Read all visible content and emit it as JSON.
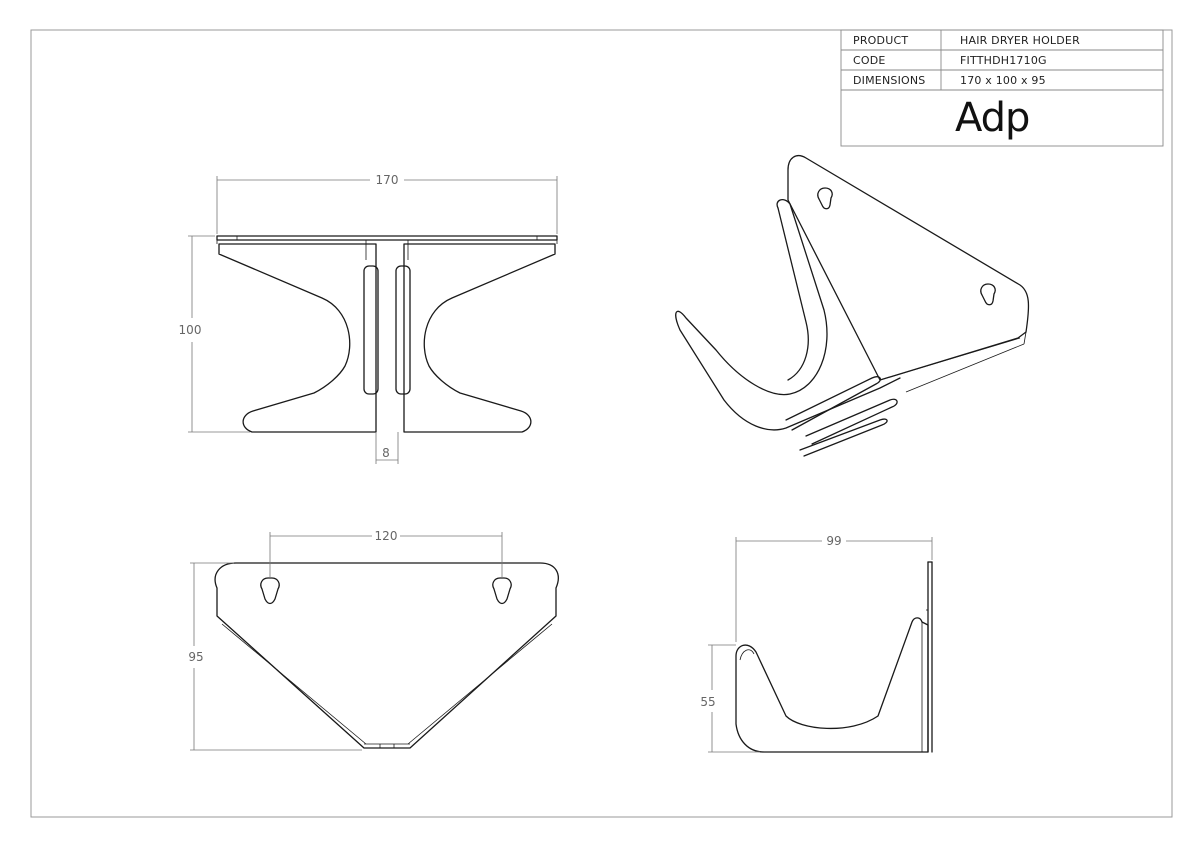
{
  "title_block": {
    "rows": [
      {
        "label": "PRODUCT",
        "value": "HAIR DRYER HOLDER"
      },
      {
        "label": "CODE",
        "value": "FITTHDH1710G"
      },
      {
        "label": "DIMENSIONS",
        "value": "170 x 100 x 95"
      }
    ],
    "logo": "Adp"
  },
  "dimensions": {
    "front_width": "170",
    "front_height": "100",
    "front_thickness": "8",
    "top_hole_spacing": "120",
    "top_depth": "95",
    "side_width": "99",
    "side_height": "55"
  },
  "colors": {
    "line": "#1a1a1a",
    "dimension": "#777777",
    "frame": "#9a9a9a"
  }
}
